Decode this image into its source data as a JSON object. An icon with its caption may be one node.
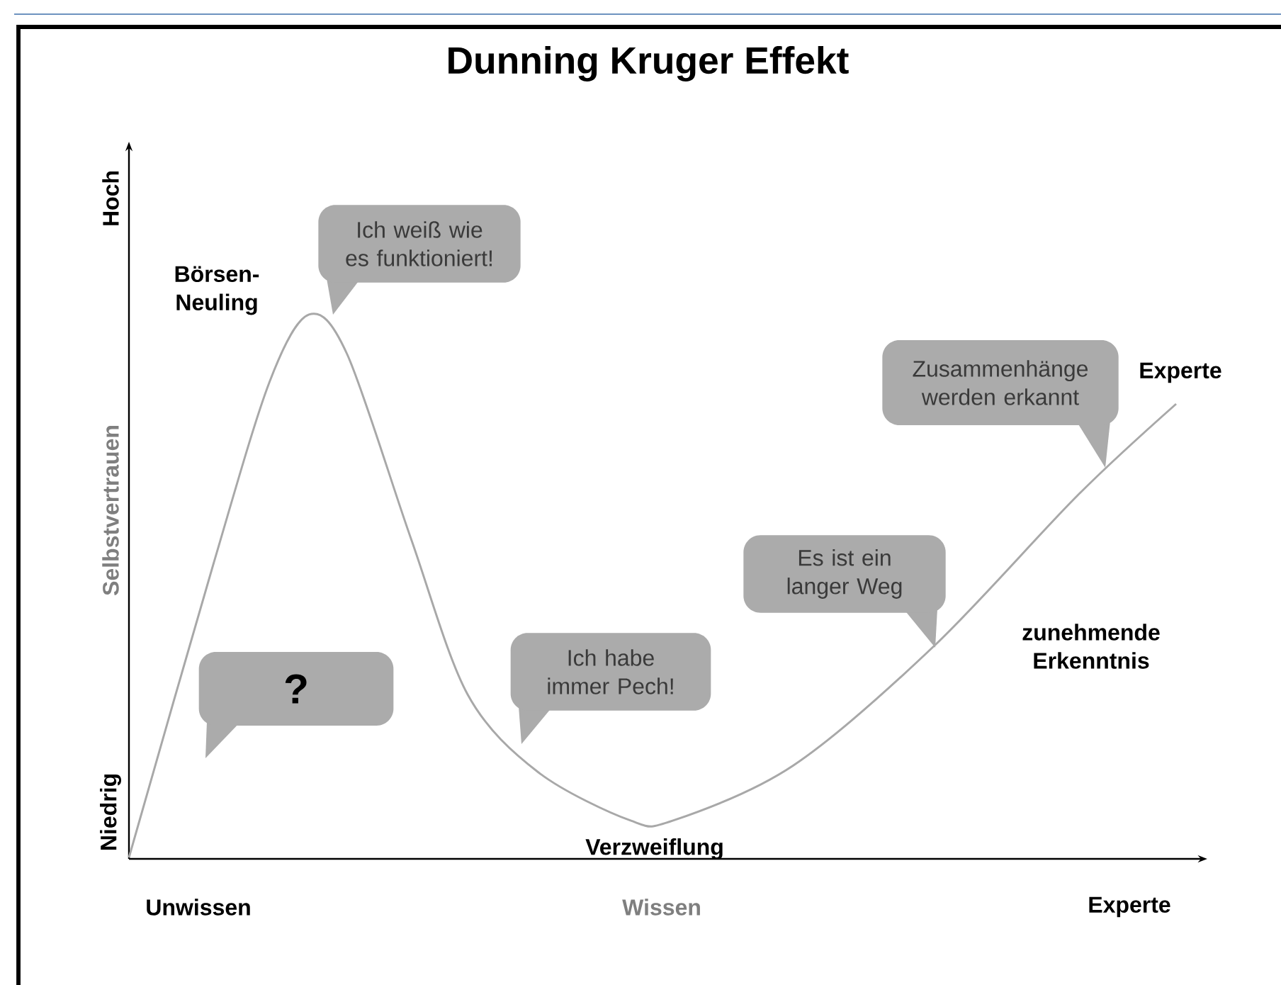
{
  "diagram": {
    "title": "Dunning Kruger Effekt",
    "nodes": [
      {
        "text": [
          "Ich weiß wie es funktioniert!"
        ]
      },
      {
        "text": [
          "?"
        ]
      },
      {
        "text": [
          "Ich habe immer Pech!"
        ]
      },
      {
        "text": [
          "Es ist ein langer Weg"
        ]
      },
      {
        "text": [
          "Zusammenhänge werden erkannt"
        ]
      }
    ],
    "labels": [
      "Hoch",
      "Börsen-Neuling",
      "Experte",
      "Selbstvertrauen",
      "zunehmende Erkenntnis",
      "Niedrig",
      "Verzweiflung",
      "Unwissen",
      "Wissen",
      "Experte"
    ]
  }
}
